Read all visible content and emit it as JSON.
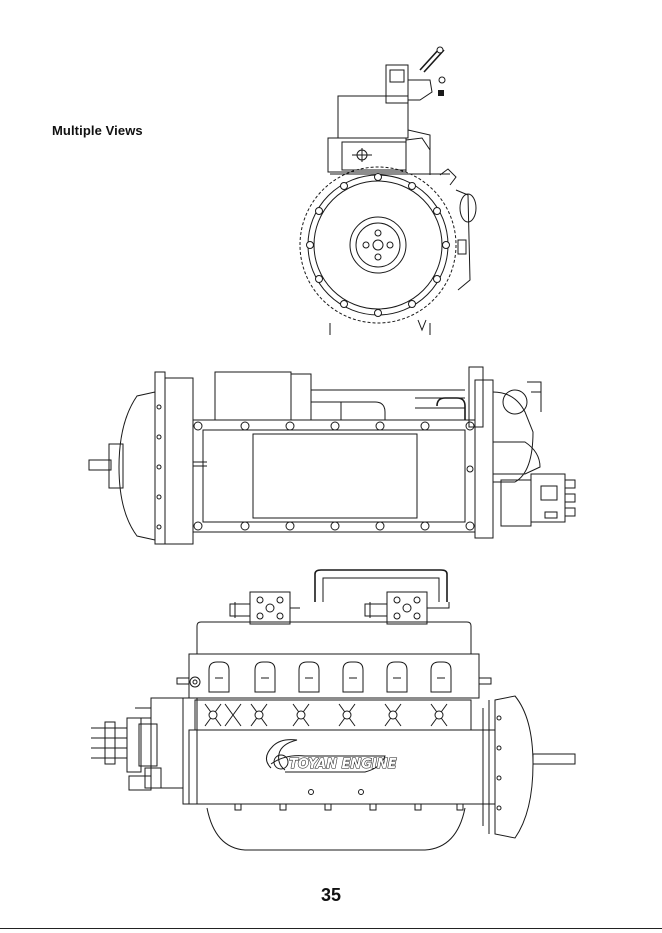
{
  "page": {
    "heading": "Multiple Views",
    "page_number": "35"
  },
  "drawings": {
    "front_view": {
      "icon": "engine-front-view-drawing"
    },
    "top_view": {
      "icon": "engine-top-view-drawing"
    },
    "side_view": {
      "icon": "engine-side-view-drawing",
      "logo_text": "TOYAN ENGINE"
    }
  }
}
